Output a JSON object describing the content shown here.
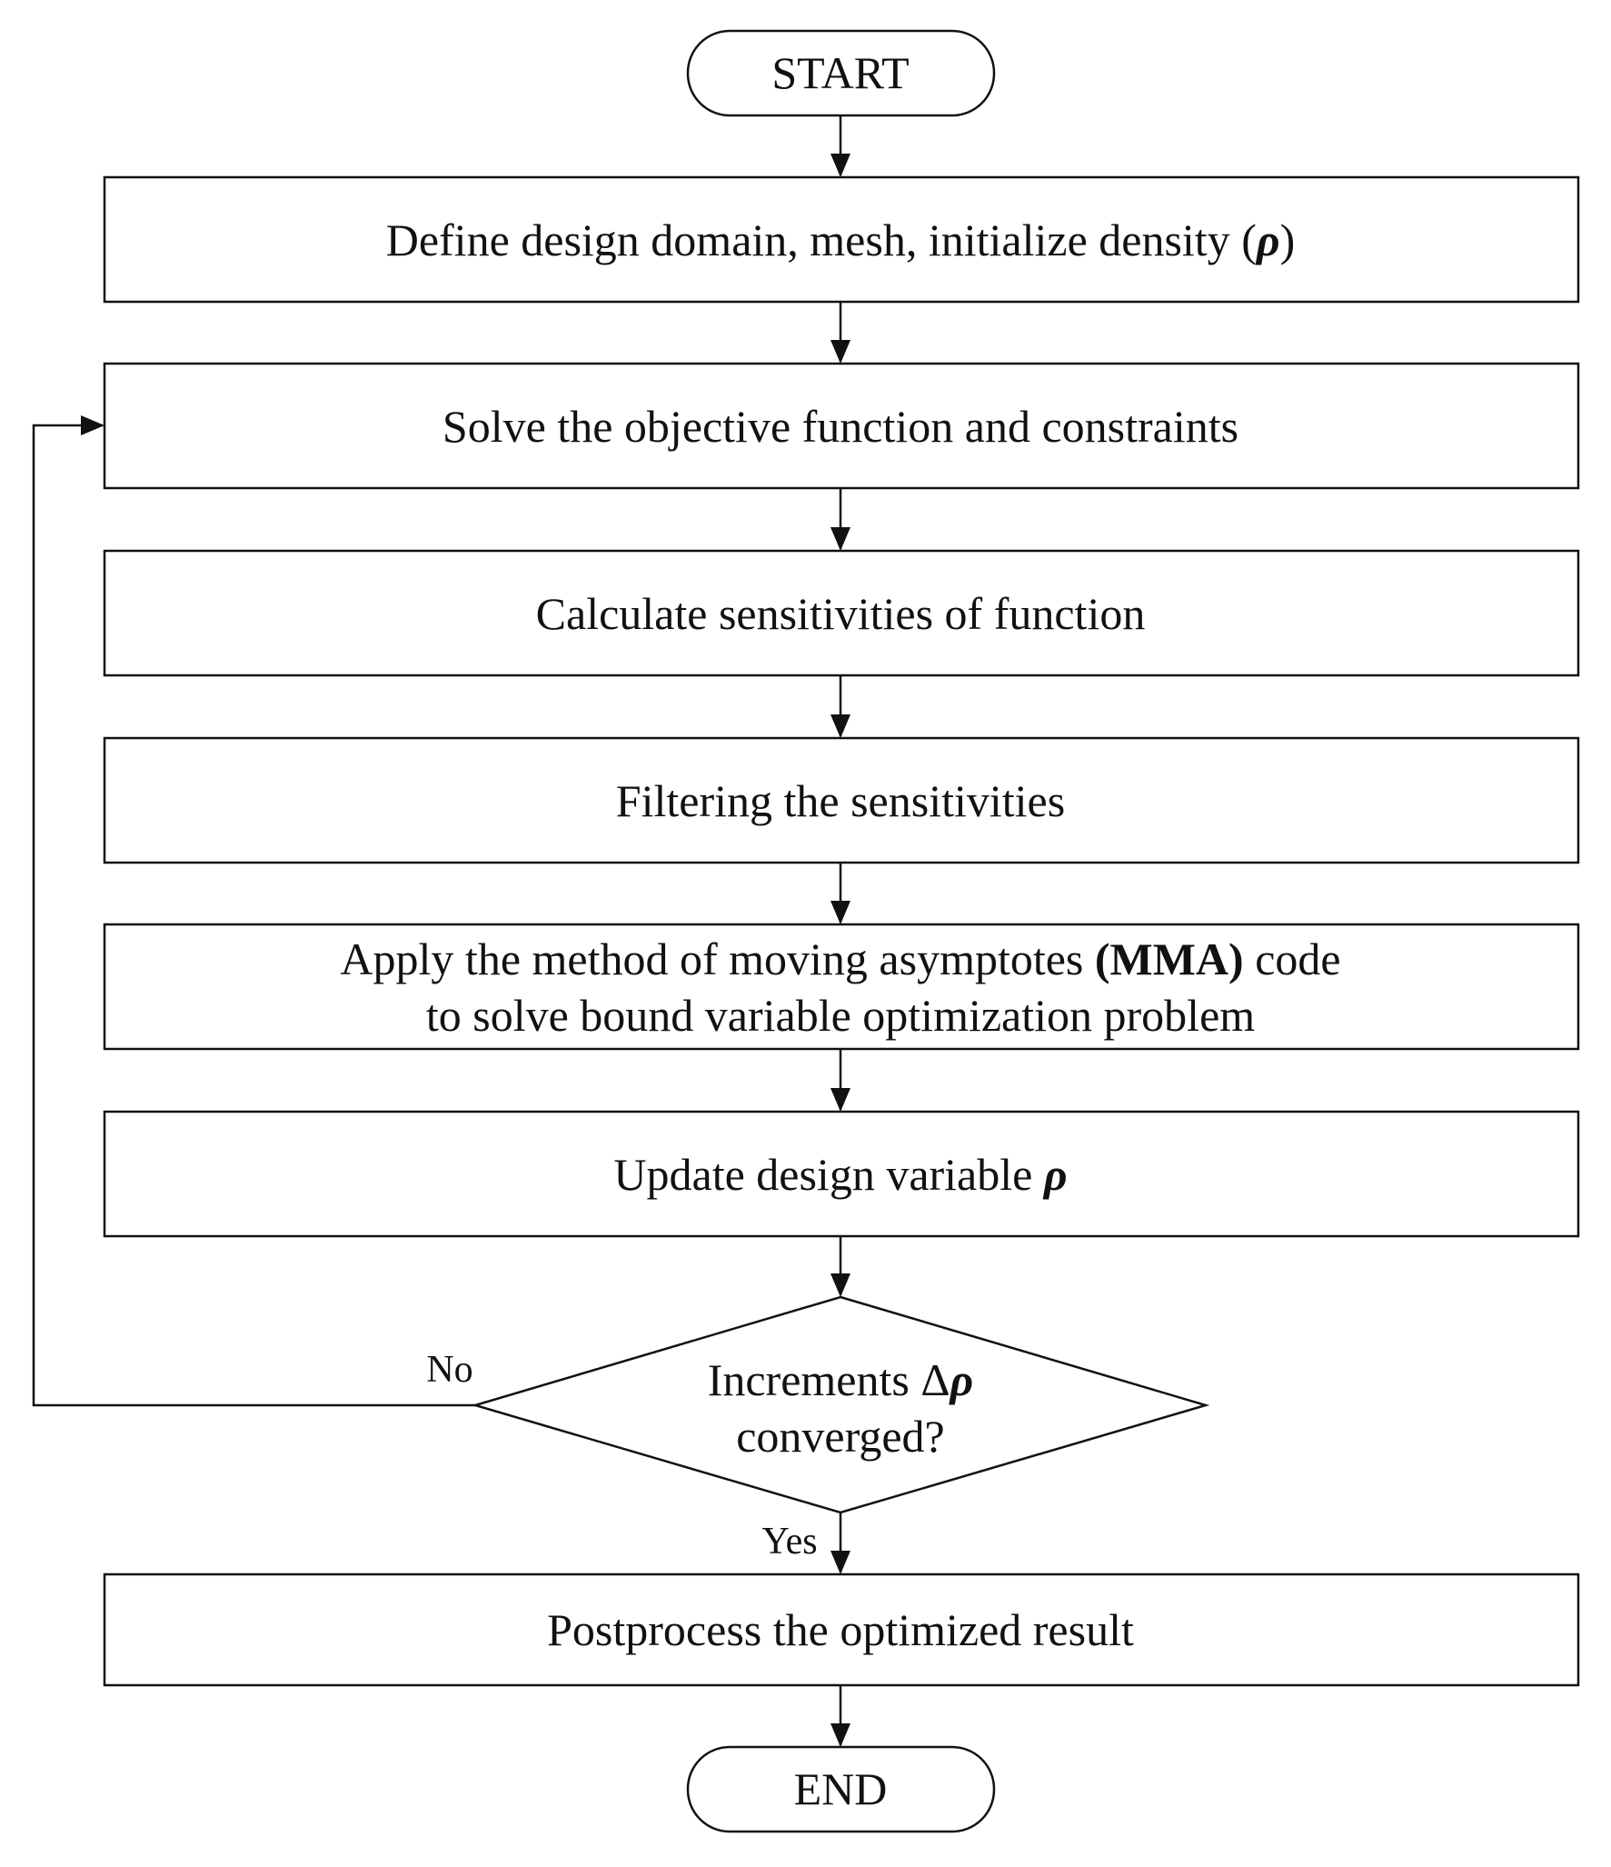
{
  "start": {
    "label": "START"
  },
  "steps": {
    "define": {
      "text": "Define design domain, mesh, initialize density (",
      "symbol": "ρ",
      "close": ")"
    },
    "solve": {
      "text": "Solve the objective function and constraints"
    },
    "sensitivities": {
      "text": "Calculate sensitivities of function"
    },
    "filtering": {
      "text": "Filtering the sensitivities"
    },
    "mma": {
      "line1_pre": "Apply the method of moving asymptotes ",
      "line1_bold": "(MMA)",
      "line1_post": " code",
      "line2": "to solve bound variable optimization problem"
    },
    "update": {
      "text": "Update design variable ",
      "symbol": "ρ"
    },
    "postprocess": {
      "text": "Postprocess the optimized result"
    }
  },
  "decision": {
    "line1": "Increments Δ",
    "symbol": "ρ",
    "line2": "converged?",
    "no_label": "No",
    "yes_label": "Yes"
  },
  "end": {
    "label": "END"
  },
  "colors": {
    "stroke": "#111111",
    "fill": "#ffffff"
  }
}
